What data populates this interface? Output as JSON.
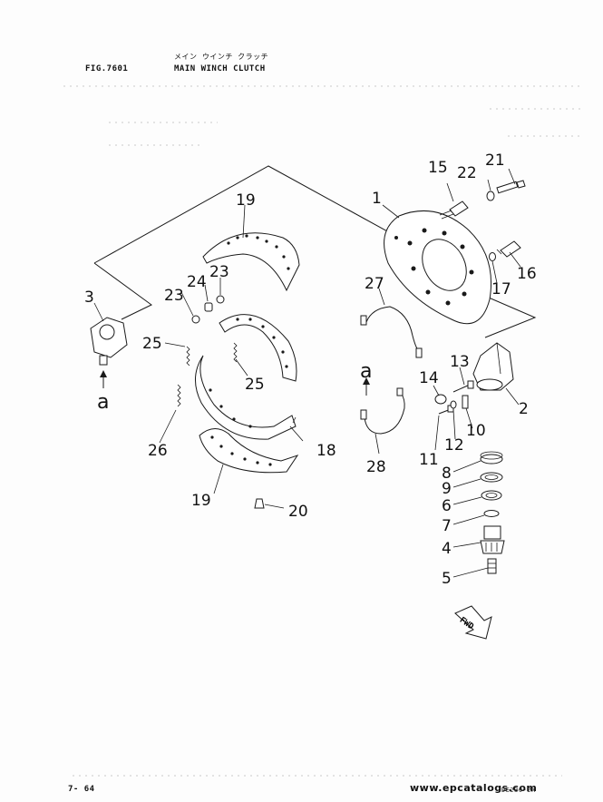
{
  "header": {
    "fig_label": "FIG.7601",
    "title_jp": "メイン ウインチ クラッチ",
    "title_en": "MAIN WINCH CLUTCH"
  },
  "callouts": {
    "p1": "1",
    "p2": "2",
    "p3": "3",
    "p4": "4",
    "p5": "5",
    "p6": "6",
    "p7": "7",
    "p8": "8",
    "p9": "9",
    "p10": "10",
    "p11": "11",
    "p12": "12",
    "p13": "13",
    "p14": "14",
    "p15": "15",
    "p16": "16",
    "p17": "17",
    "p19_top": "19",
    "p19_bottom": "19",
    "p20": "20",
    "p21": "21",
    "p22": "22",
    "p23_left": "23",
    "p23_right": "23",
    "p24": "24",
    "p25_left": "25",
    "p25_right": "25",
    "p26": "26",
    "p27": "27",
    "p28": "28",
    "p18": "18",
    "ref_a_left": "a",
    "ref_a_right": "a"
  },
  "fwd_label": "FWD",
  "footer": {
    "page_number": "7- 64",
    "watermark": "www.epcatalogs.com",
    "model_code": "DE230-2X"
  }
}
